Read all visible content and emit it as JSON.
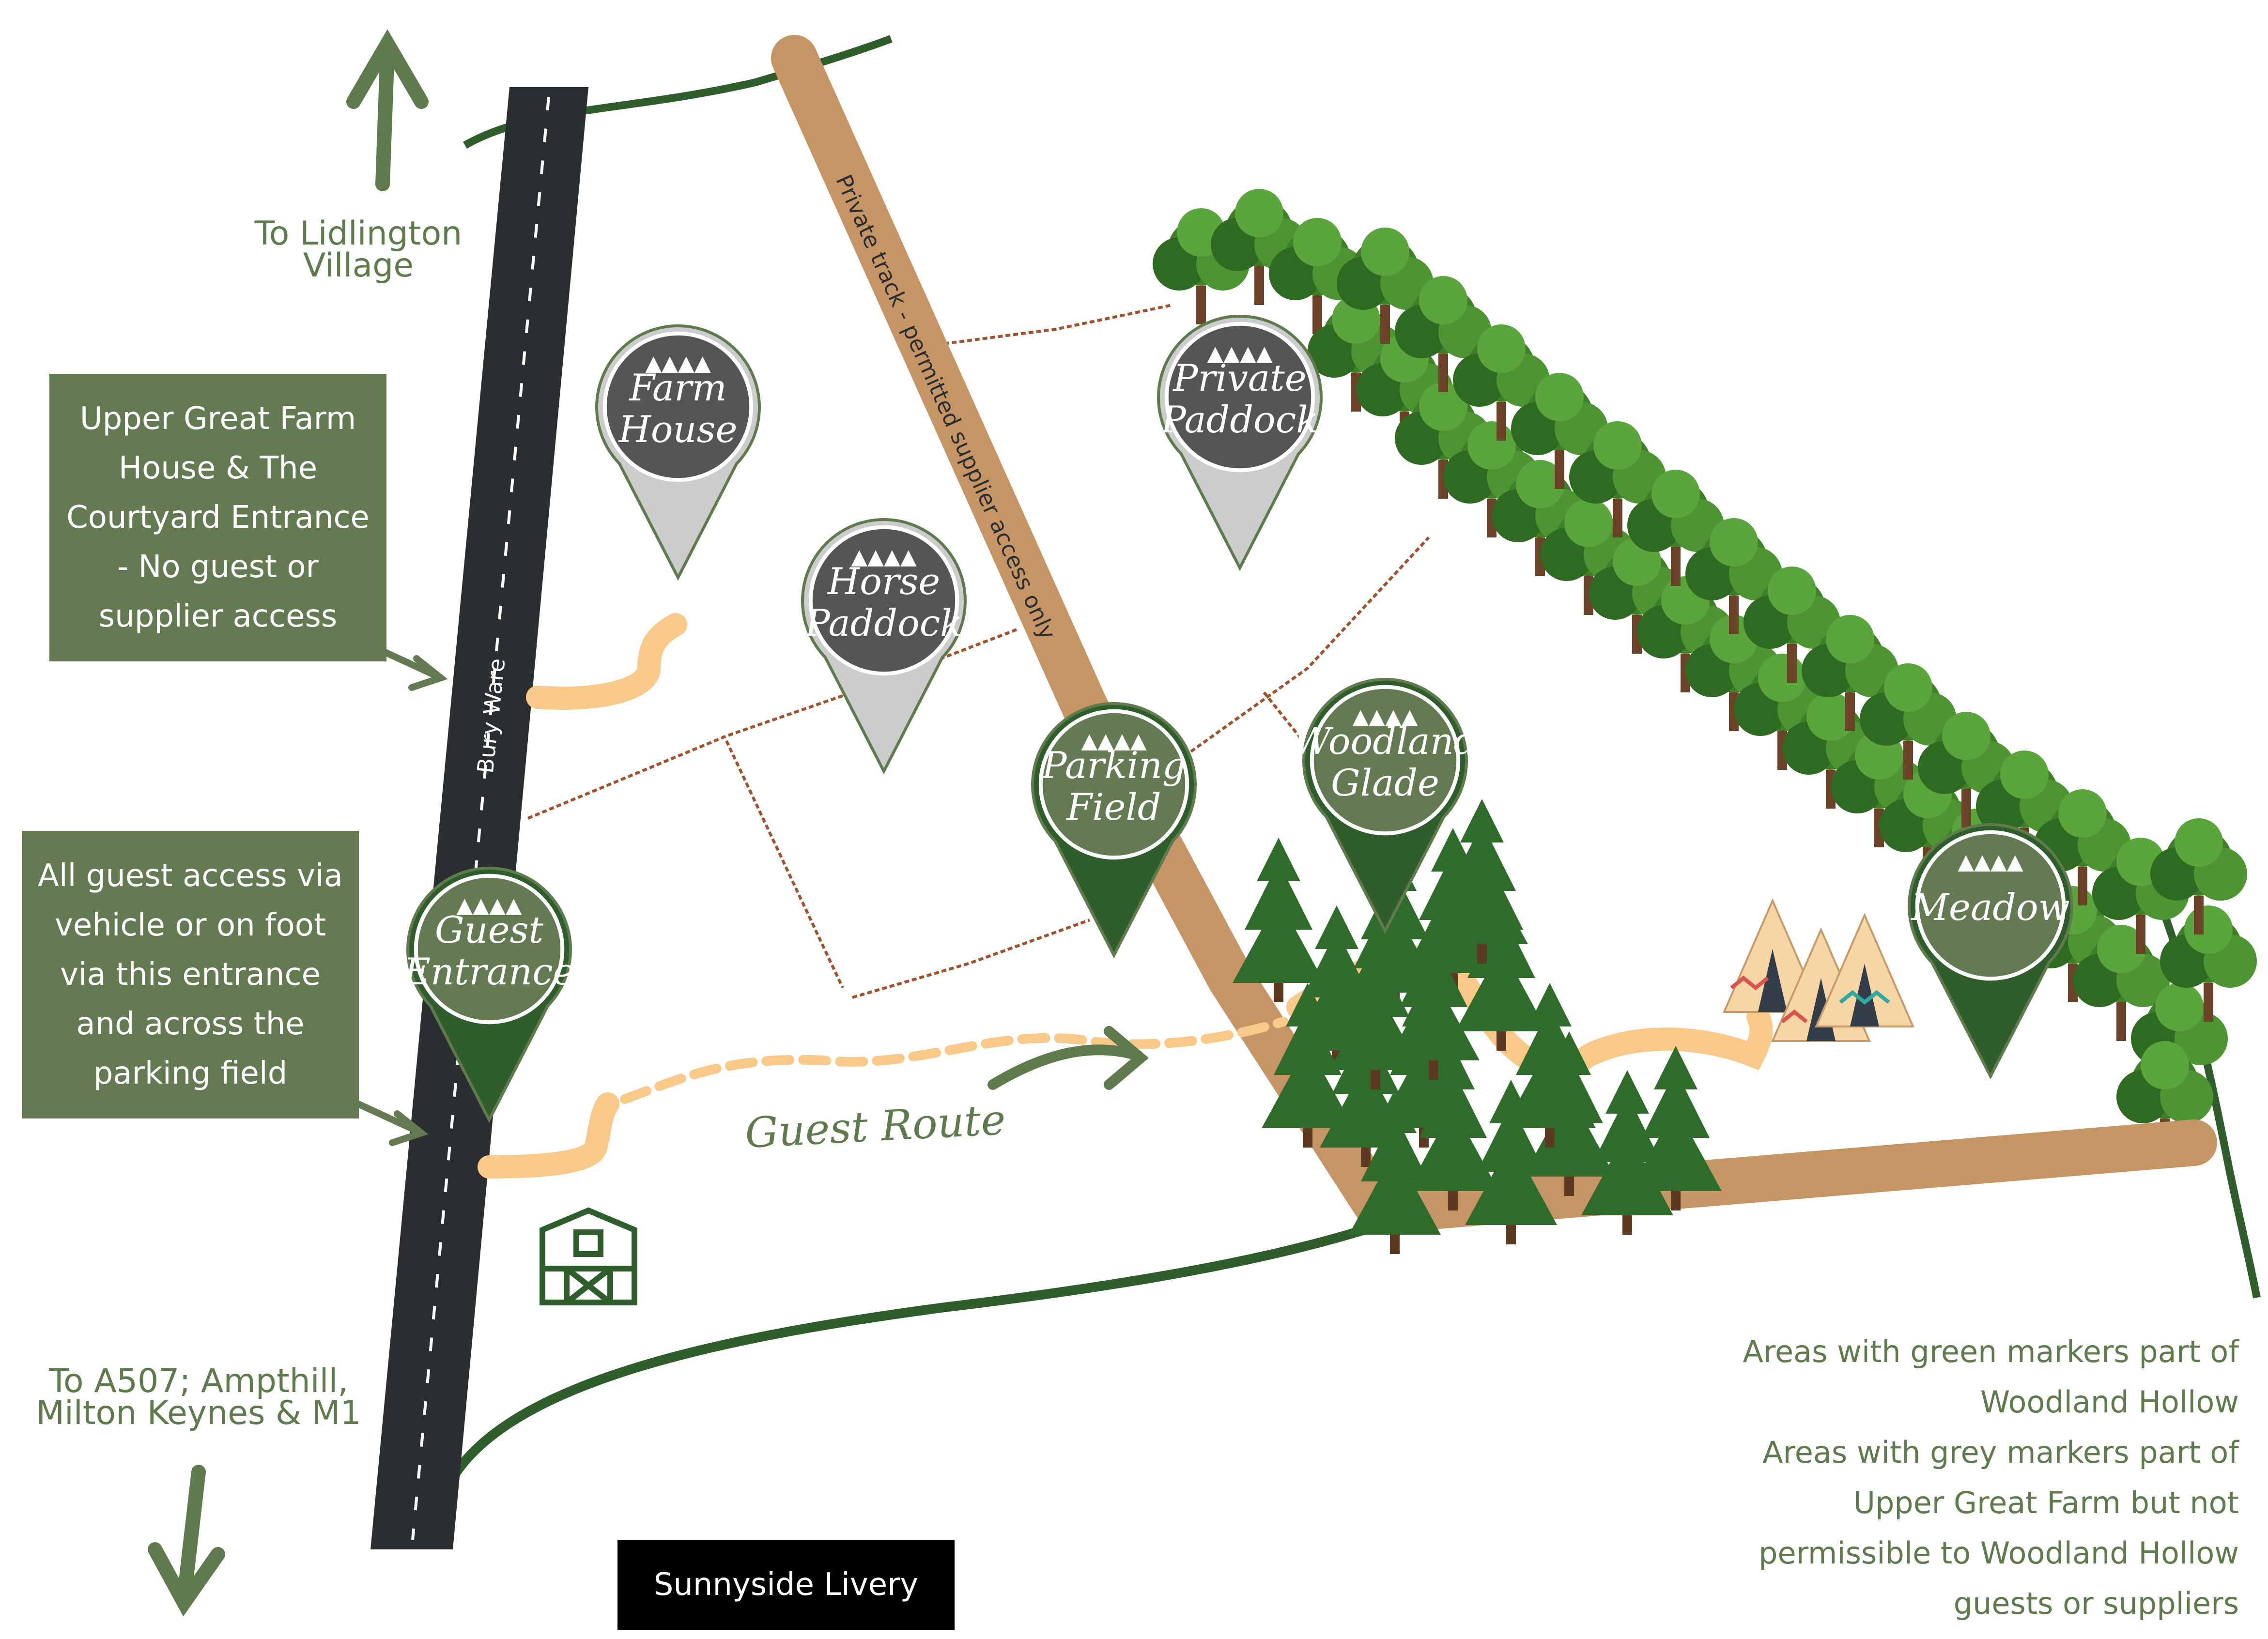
{
  "directions": {
    "north": [
      "To Lidlington",
      "Village"
    ],
    "south": [
      "To A507; Ampthill,",
      "Milton Keynes & M1"
    ]
  },
  "road": {
    "name": "Bury Ware"
  },
  "track": {
    "label": "Private track - permitted supplier access only"
  },
  "info_boxes": {
    "farmhouse_entrance": [
      "Upper Great Farm",
      "House & The",
      "Courtyard Entrance",
      "- No guest or",
      "supplier access"
    ],
    "guest_access": [
      "All guest access via",
      "vehicle or on foot",
      "via this entrance",
      "and across the",
      "parking field"
    ]
  },
  "route": {
    "label": "Guest Route"
  },
  "markers": [
    {
      "id": "farm-house",
      "lines": [
        "Farm",
        "House"
      ],
      "kind": "grey"
    },
    {
      "id": "horse-paddock",
      "lines": [
        "Horse",
        "Paddock"
      ],
      "kind": "grey"
    },
    {
      "id": "private-paddock",
      "lines": [
        "Private",
        "Paddock"
      ],
      "kind": "grey"
    },
    {
      "id": "parking-field",
      "lines": [
        "Parking",
        "Field"
      ],
      "kind": "green"
    },
    {
      "id": "woodland-glade",
      "lines": [
        "Woodland",
        "Glade"
      ],
      "kind": "green"
    },
    {
      "id": "guest-entrance",
      "lines": [
        "Guest",
        "Entrance"
      ],
      "kind": "green"
    },
    {
      "id": "meadow",
      "lines": [
        "Meadow"
      ],
      "kind": "green"
    }
  ],
  "legend": {
    "line1": "Areas with green markers part of",
    "line2": "Woodland Hollow",
    "line3": "Areas with grey markers part of",
    "line4": "Upper Great Farm but not",
    "line5": "permissible to Woodland Hollow",
    "line6": "guests or suppliers"
  },
  "livery": {
    "label": "Sunnyside Livery"
  },
  "icons": {
    "barn": "barn-icon",
    "tipi": "tipi-icon",
    "tree": "tree-icon",
    "arrow": "arrow-icon"
  },
  "colors": {
    "green_dark": "#2f5e2c",
    "green_box": "#637a52",
    "green_text": "#5f7b4d",
    "grey_dark": "#555555",
    "grey_light": "#cccccc",
    "road": "#2b2e31",
    "track": "#c69566",
    "route": "#f9c98a",
    "fence": "#a0522d",
    "black": "#000000"
  }
}
